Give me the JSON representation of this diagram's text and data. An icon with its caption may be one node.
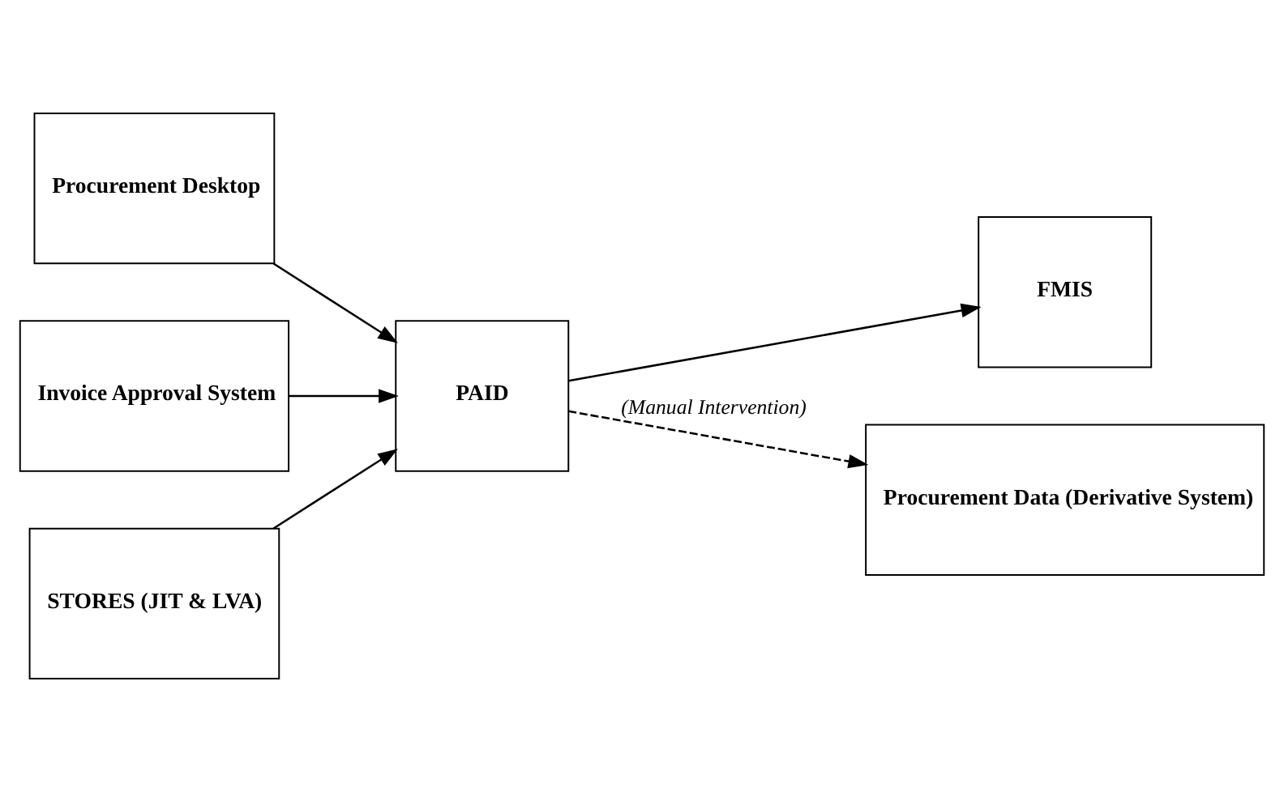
{
  "diagram": {
    "nodes": [
      {
        "text": [
          "Procurement Desktop"
        ]
      },
      {
        "text": [
          "PAID"
        ]
      },
      {
        "text": [
          "FMIS"
        ]
      },
      {
        "text": [
          "Invoice Approval System"
        ]
      },
      {
        "text": [
          "STORES (JIT & LVA)"
        ]
      },
      {
        "text": [
          "Procurement Data (Derivative System)"
        ]
      }
    ],
    "edges": [
      {
        "from": 0,
        "to": 1,
        "arrow": "to"
      },
      {
        "from": 1,
        "to": 2,
        "arrow": "to"
      },
      {
        "from": 3,
        "to": 1,
        "arrow": "to"
      },
      {
        "from": 4,
        "to": 1,
        "arrow": "to"
      },
      {
        "from": 1,
        "to": 5,
        "arrow": "to",
        "style": "dashed",
        "label": "(Manual Intervention)"
      }
    ]
  }
}
